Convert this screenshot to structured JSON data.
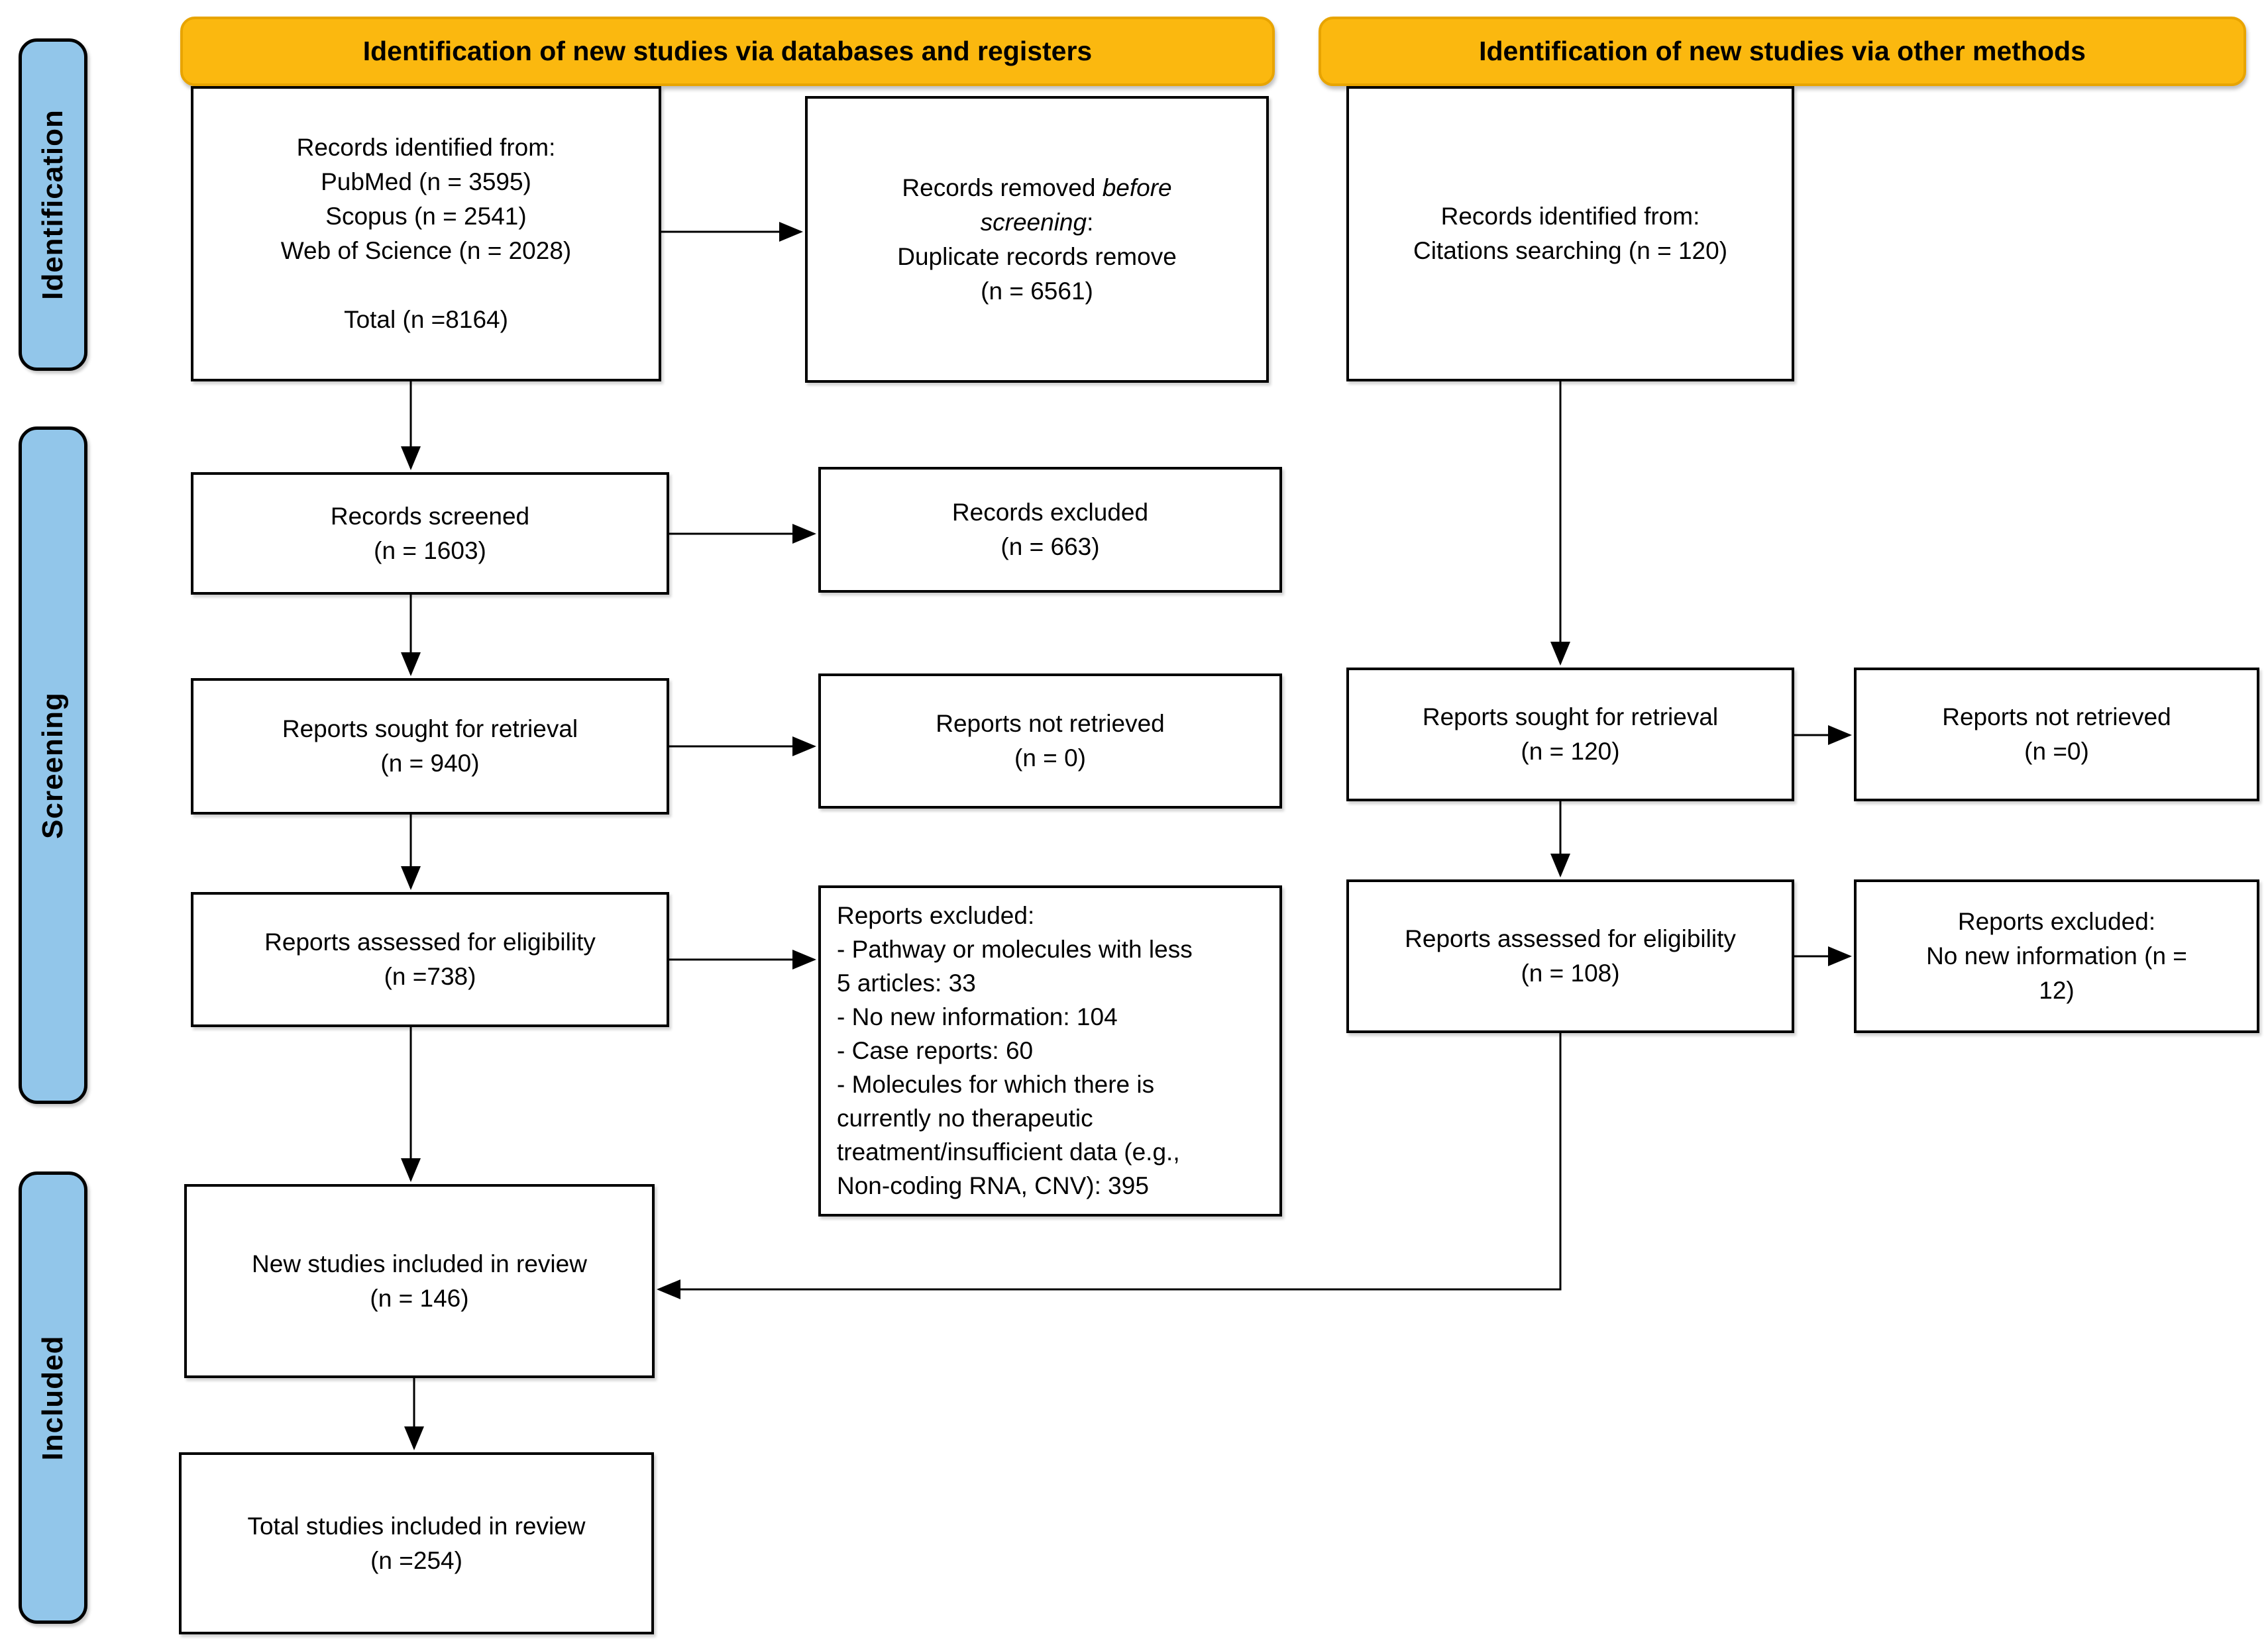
{
  "headers": {
    "databases": "Identification of new studies via databases and registers",
    "other_methods": "Identification of new studies via other methods"
  },
  "sidebar": {
    "identification": "Identification",
    "screening": "Screening",
    "included": "Included"
  },
  "left_column": {
    "records_identified": "Records identified from:\nPubMed (n = 3595)\nScopus (n = 2541)\nWeb of Science (n = 2028)\n\nTotal (n =8164)",
    "records_removed": {
      "prefix": "Records removed ",
      "italic_line1": "before",
      "italic_line2": "screening",
      "suffix": ":",
      "rest": "Duplicate records remove\n(n = 6561)"
    },
    "records_screened": "Records screened\n(n = 1603)",
    "records_excluded": "Records excluded\n(n = 663)",
    "reports_sought": "Reports sought for retrieval\n(n = 940)",
    "reports_not_retrieved": "Reports not retrieved\n(n = 0)",
    "reports_assessed": "Reports assessed for eligibility\n(n =738)",
    "reports_excluded_detail": "Reports excluded:\n- Pathway or molecules with less\n5 articles: 33\n- No new information: 104\n- Case reports: 60\n- Molecules for which there is\ncurrently no therapeutic\ntreatment/insufficient data (e.g.,\nNon-coding RNA, CNV): 395",
    "new_studies_included": "New studies included in review\n(n = 146)",
    "total_studies_included": "Total studies included in review\n(n =254)"
  },
  "right_column": {
    "records_identified": "Records identified from:\nCitations searching (n = 120)",
    "reports_sought": "Reports sought for retrieval\n(n = 120)",
    "reports_not_retrieved": "Reports not retrieved\n(n =0)",
    "reports_assessed": "Reports assessed for eligibility\n(n = 108)",
    "reports_excluded": "Reports excluded:\nNo new information (n =\n12)"
  },
  "colors": {
    "header_bg": "#FBB80F",
    "header_border": "#E8A400",
    "sidebar_bg": "#92C6EA",
    "box_bg": "#FFFFFF",
    "line_color": "#000000"
  }
}
